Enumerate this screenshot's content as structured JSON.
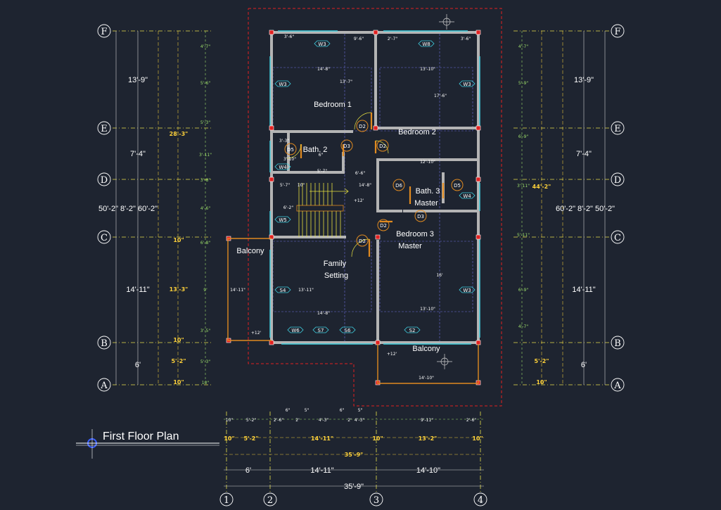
{
  "title": "First Floor Plan",
  "rooms": {
    "bedroom1": "Bedroom 1",
    "bedroom2": "Bedroom 2",
    "bath2": "Bath. 2",
    "bath3_l1": "Bath. 3",
    "bath3_l2": "Master",
    "bedroom3_l1": "Bedroom 3",
    "bedroom3_l2": "Master",
    "family_l1": "Family",
    "family_l2": "Setting",
    "balcony_left": "Balcony",
    "balcony_bottom": "Balcony"
  },
  "tags": {
    "w3a": "W3",
    "w8a": "W8",
    "w3b": "W3",
    "w3c": "W3",
    "w4a": "W4",
    "w4b": "W4",
    "w5": "W5",
    "s4": "S4",
    "w6": "W6",
    "s7": "S7",
    "s6": "S6",
    "s2": "S2",
    "w3d": "W3",
    "d2a": "D2",
    "d2b": "D2",
    "d2c": "D2",
    "d2d": "D2",
    "d3a": "D3",
    "d3b": "D3",
    "d5a": "D5",
    "d5b": "D5",
    "d6": "D6"
  },
  "grid_rows": {
    "F": "F",
    "E": "E",
    "D": "D",
    "C": "C",
    "B": "B",
    "A": "A"
  },
  "grid_cols": {
    "c1": "1",
    "c2": "2",
    "c3": "3",
    "c4": "4"
  },
  "left_dims": {
    "fe": "13'-9\"",
    "ed": "7'-4\"",
    "dc": "50'-2\" 8'-2\" 60'-2\"",
    "cb": "14'-11\"",
    "ba": "6'",
    "y_fe": "28'-3\"",
    "y_cb": "13'-3\"",
    "y_c": "10\"",
    "y_b": "10\"",
    "y_ba": "5'-2\"",
    "y_a": "10\"",
    "g1": "4'-7\"",
    "g2": "5'-6\"",
    "g3": "5'-3\"",
    "g4": "3'-11\"",
    "g5": "3'-8\"",
    "g6": "4'-6\"",
    "g7": "6'-8\"",
    "g8": "9'",
    "g9": "3'-5\"",
    "g10": "5'-3\"",
    "g11": "10\""
  },
  "right_dims": {
    "fe": "13'-9\"",
    "ed": "7'-4\"",
    "dc": "60'-2\" 8'-2\" 50'-2\"",
    "d_y": "44'-2\"",
    "cb": "14'-11\"",
    "ba": "6'",
    "y_ba": "5'-2\"",
    "y_a": "10\"",
    "g1": "4'-7\"",
    "g2": "5'-9\"",
    "g3": "6'-9\"",
    "g4": "3'-11\"",
    "g5": "5'-11\"",
    "g6": "6'-9\"",
    "g7": "4'-7\""
  },
  "bottom_dims": {
    "r1": [
      "10\"",
      "5'-2\"",
      "2'-6\"",
      "2'",
      "4'-3\"",
      "2'",
      "4'-3\"",
      "9'-11\"",
      "2'-6\""
    ],
    "r1_top": [
      "6\"",
      "5\"",
      "6\"",
      "5\""
    ],
    "r2": [
      "10\"",
      "5'-2\"",
      "14'-11\"",
      "10\"",
      "13'-2\"",
      "10\""
    ],
    "r3": "35'-9\"",
    "r4": [
      "6'",
      "14'-11\"",
      "14'-10\""
    ],
    "r5": "35'-9\""
  },
  "interior_dims": {
    "t1": "3'-6\"",
    "t2": "9'-6\"",
    "t3": "2'-7\"",
    "t4": "3'-6\"",
    "b1_w": "14'-8\"",
    "b1_h": "13'-7\"",
    "b2_w": "13'-10\"",
    "b2_h": "17'-6\"",
    "bath2_w": "3'-10\"",
    "bath2_a": "3'-3\"",
    "bath2_b": "6\"",
    "hall_a": "5'-7\"",
    "hall_b": "14'-8\"",
    "hall_c": "6'-6\"",
    "stair_a": "5'-7\"",
    "stair_b": "10\"",
    "stair_c": "6'-2\"",
    "b3_w": "13'-10\"",
    "b3_h": "16'",
    "bath3_w": "12'-10\"",
    "fam_w": "13'-11\"",
    "fam_b": "14'-8\"",
    "bal_l": "14'-11\"",
    "bal_b": "14'-10\"",
    "lvl1": "+12' ",
    "lvl2": "+12' ",
    "lvl3": "+12' "
  }
}
